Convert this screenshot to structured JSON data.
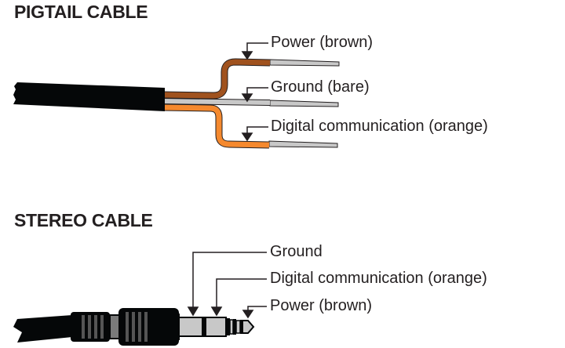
{
  "pigtail": {
    "title": "PIGTAIL CABLE",
    "labels": {
      "power": "Power (brown)",
      "ground": "Ground (bare)",
      "digital": "Digital communication (orange)"
    },
    "colors": {
      "jacket": "#050708",
      "brown": "#a0521e",
      "bare": "#c8c8c8",
      "orange": "#f5892e"
    }
  },
  "stereo": {
    "title": "STEREO CABLE",
    "labels": {
      "ground": "Ground",
      "digital": "Digital communication (orange)",
      "power": "Power (brown)"
    }
  }
}
